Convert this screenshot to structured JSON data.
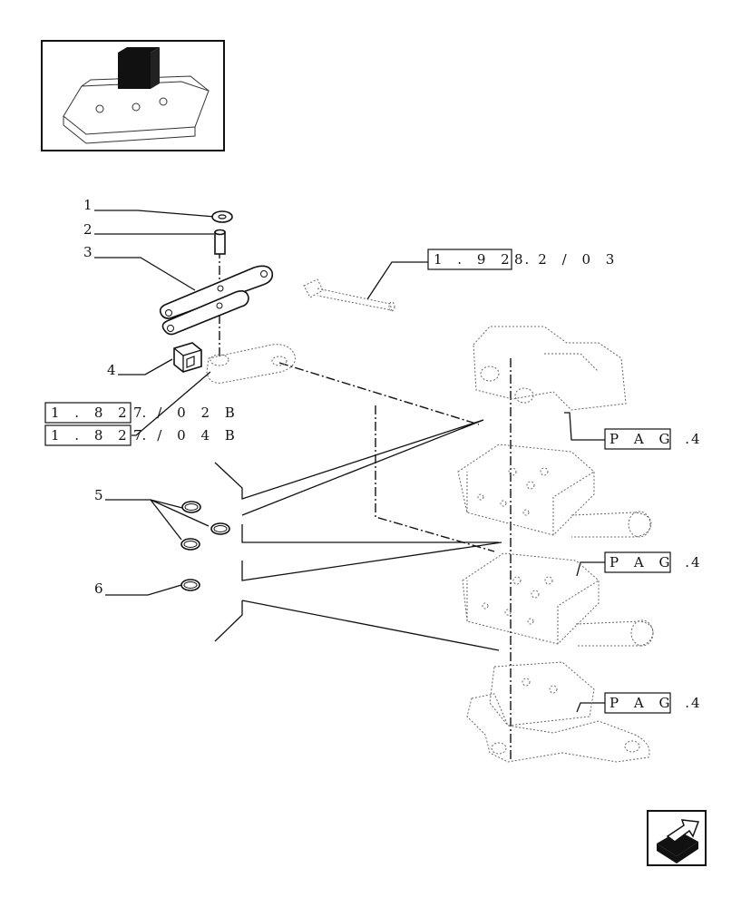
{
  "callouts": [
    {
      "number": "1"
    },
    {
      "number": "2"
    },
    {
      "number": "3"
    },
    {
      "number": "4"
    },
    {
      "number": "5"
    },
    {
      "number": "6"
    }
  ],
  "refs": {
    "top": {
      "boxed": "1 . 9 2 .",
      "rest": "8 2 / 0 3"
    },
    "left_a": {
      "boxed": "1 . 8 2 .",
      "rest": "7 / 0 2 B"
    },
    "left_b": {
      "boxed": "1 . 8 2 .",
      "rest": "7 / 0 4 B"
    },
    "pag1": {
      "boxed": "P A G .",
      "rest": "4"
    },
    "pag2": {
      "boxed": "P A G .",
      "rest": "4"
    },
    "pag3": {
      "boxed": "P A G .",
      "rest": "4"
    }
  },
  "icons": {
    "thumbnail": "hydraulic-lift-cover-thumbnail-icon",
    "next_page": "next-page-arrow-icon"
  }
}
